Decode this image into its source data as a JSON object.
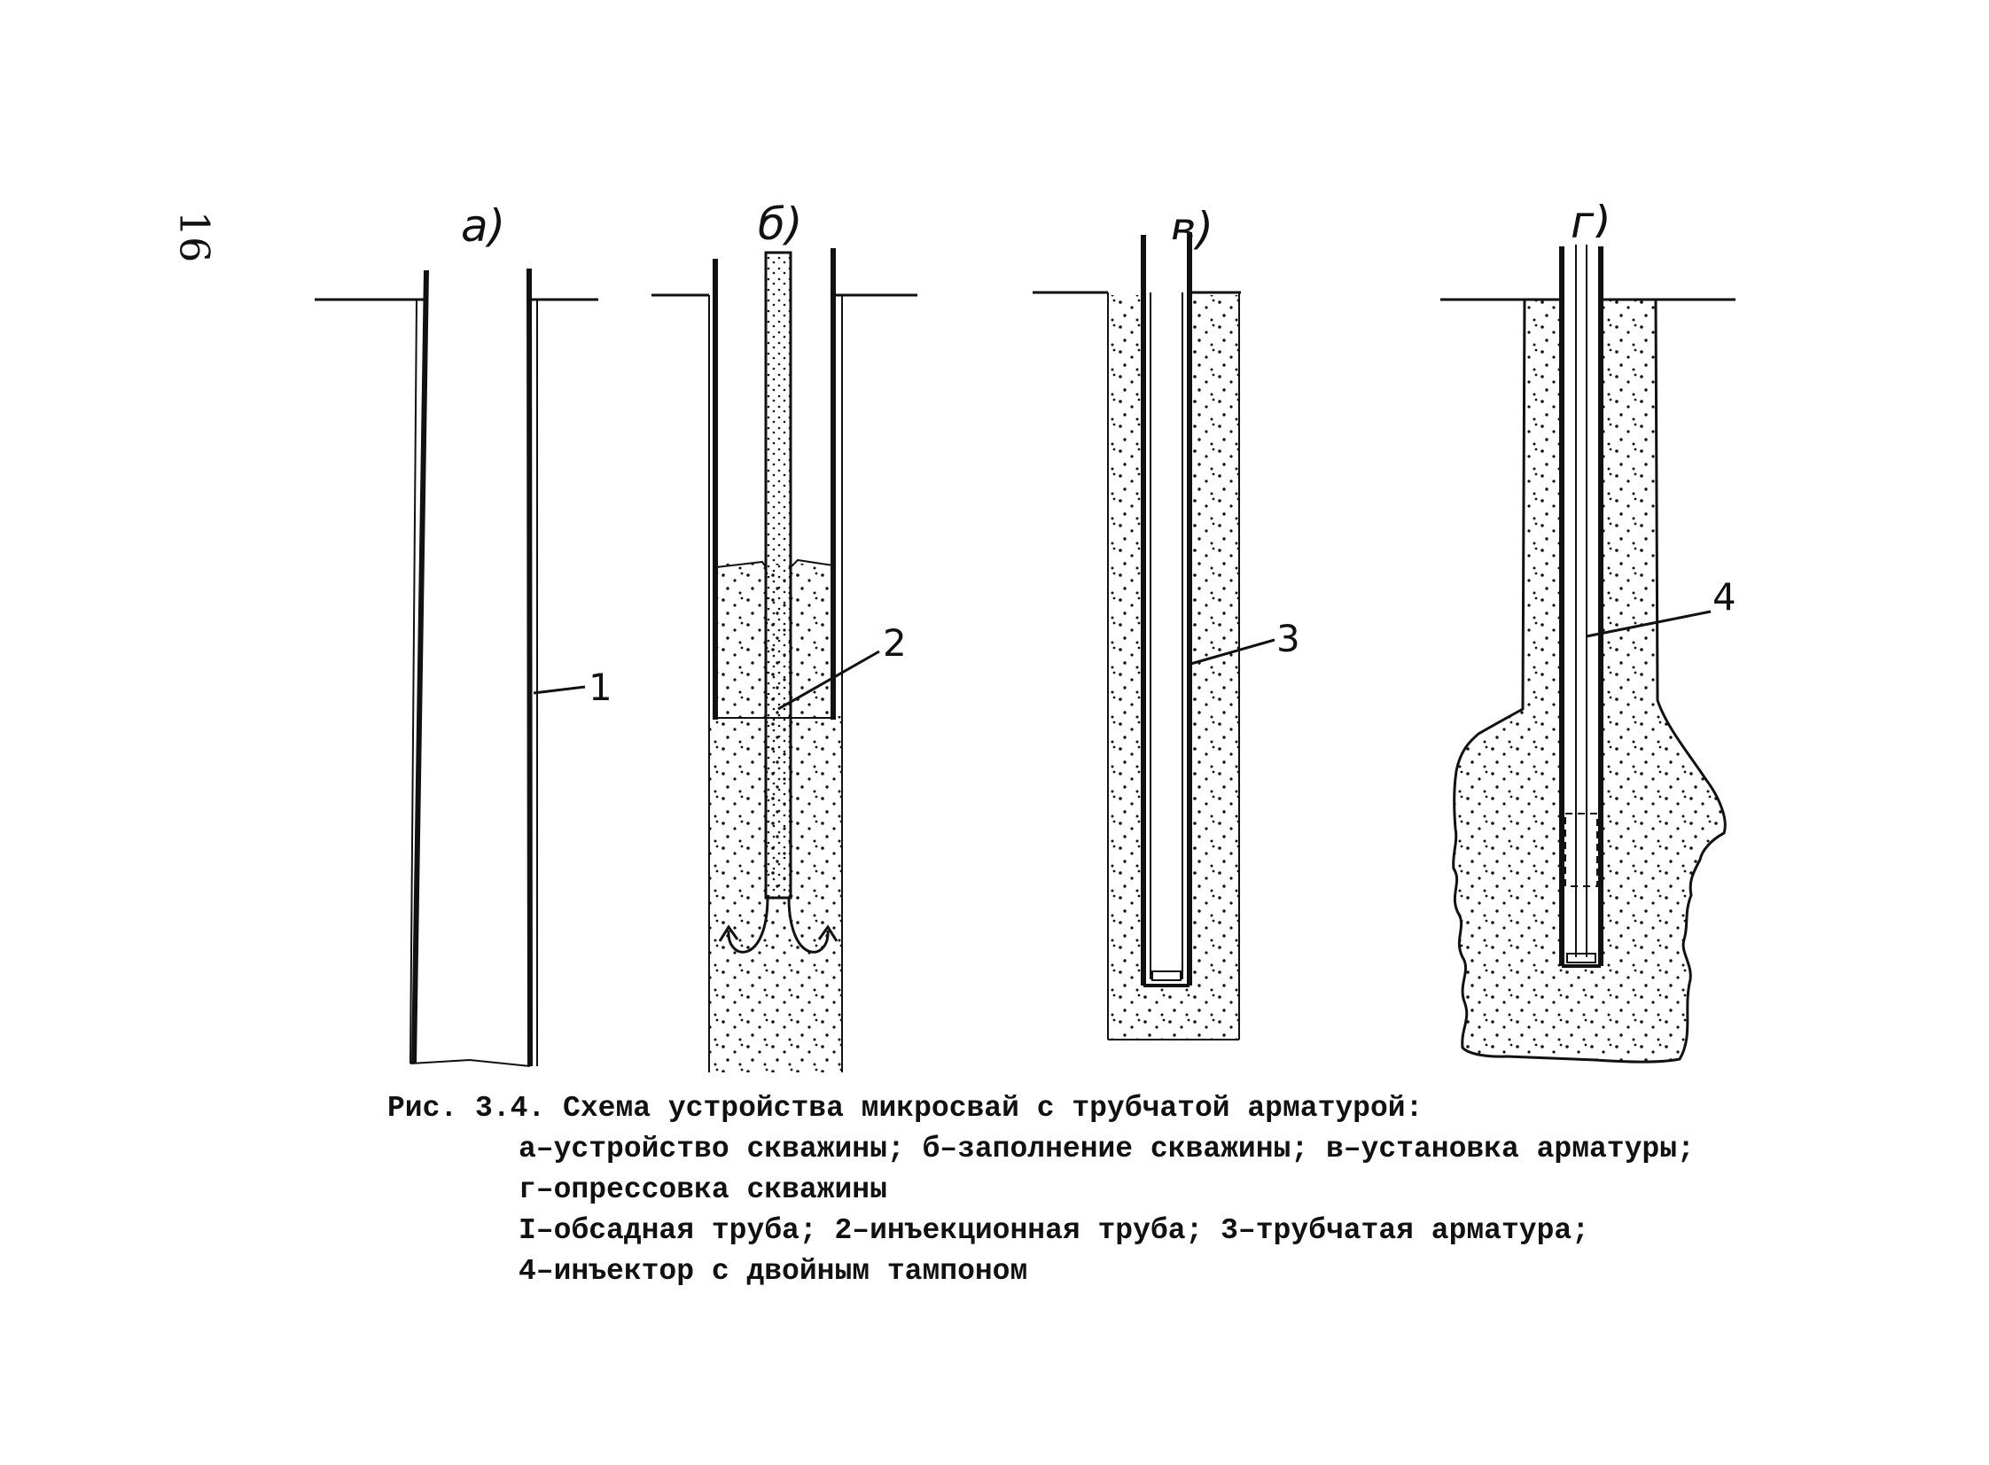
{
  "page_number": "16",
  "panels": [
    {
      "id": "a",
      "label": "а)"
    },
    {
      "id": "b",
      "label": "б)"
    },
    {
      "id": "v",
      "label": "в)"
    },
    {
      "id": "g",
      "label": "г)"
    }
  ],
  "callouts": [
    "1",
    "2",
    "3",
    "4"
  ],
  "caption": {
    "title": "Рис. 3.4. Схема устройства микросвай с трубчатой арматурой:",
    "lines": [
      "а–устройство скважины; б–заполнение скважины; в–установка арматуры;",
      "г–опрессовка скважины",
      "I–обсадная труба; 2–инъекционная труба; 3–трубчатая арматура;",
      "4–инъектор с двойным тампоном"
    ]
  },
  "colors": {
    "ink": "#111111",
    "paper": "#ffffff"
  }
}
